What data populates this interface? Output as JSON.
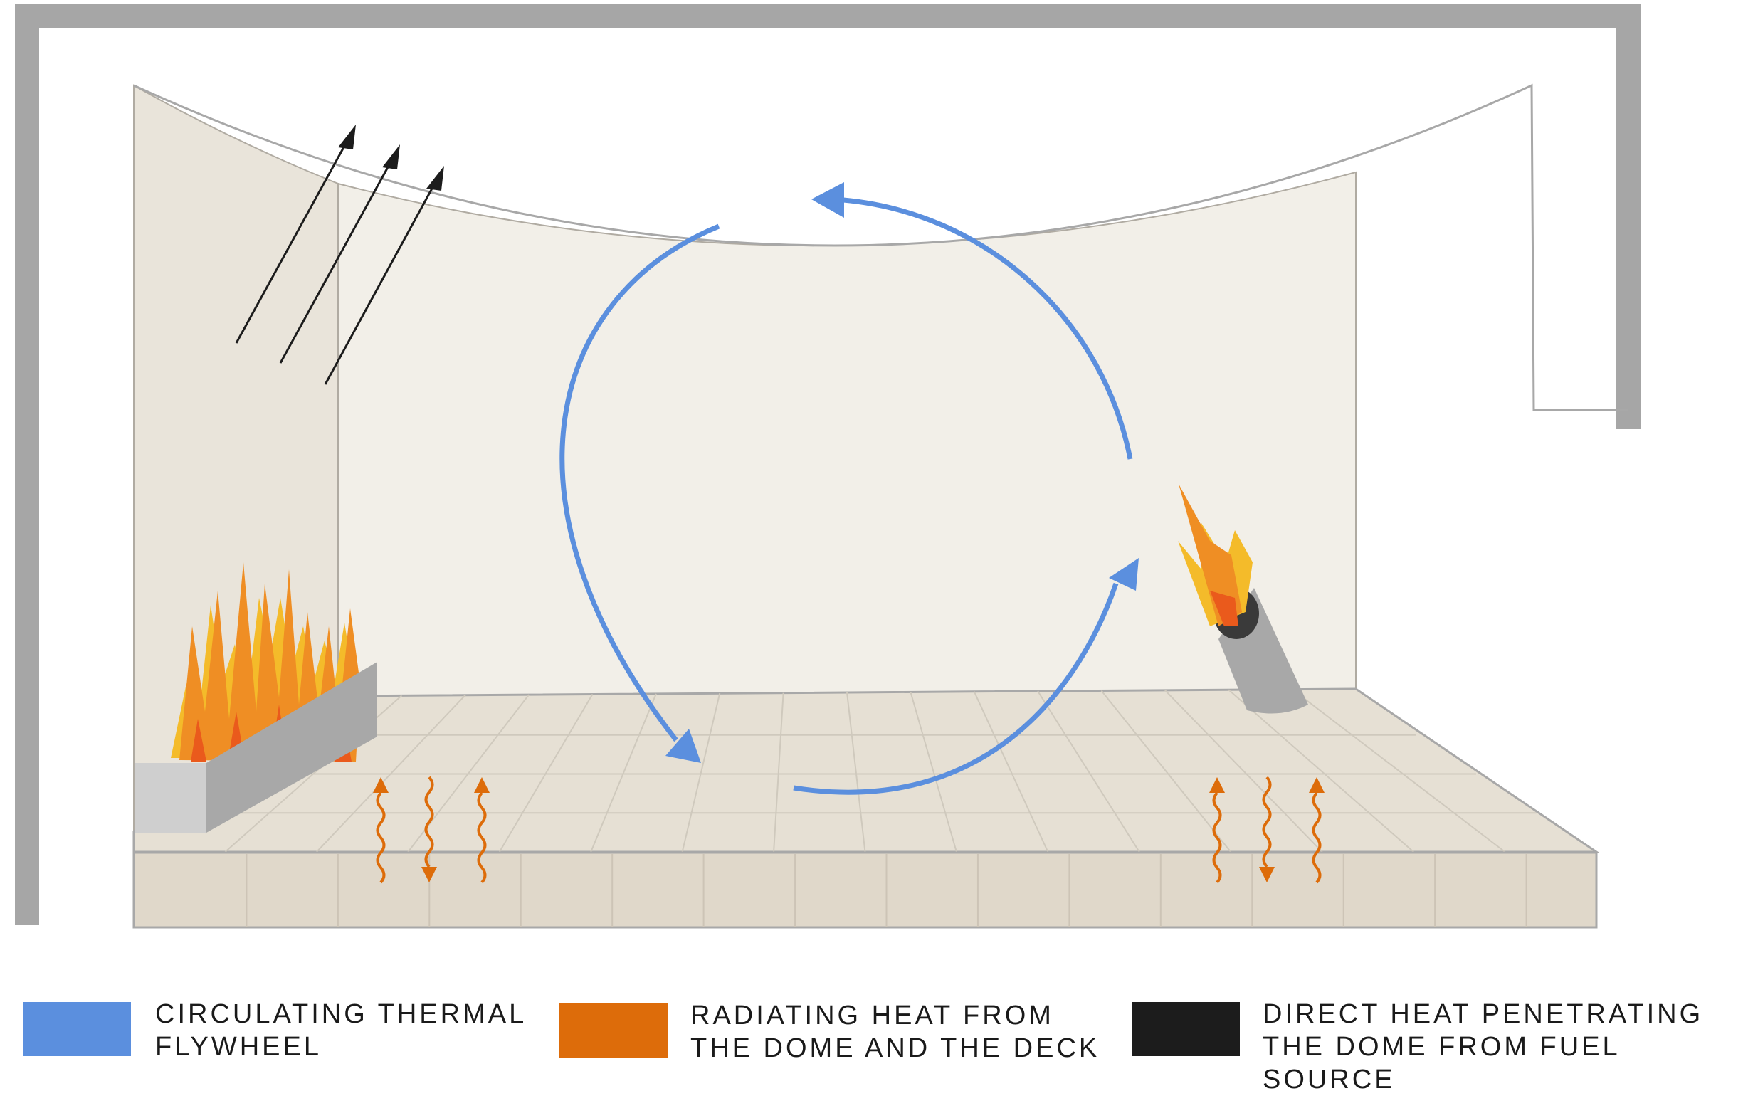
{
  "colors": {
    "flywheel": "#5b8fde",
    "radiating": "#dd6c0a",
    "direct": "#1c1c1c",
    "frame": "#a6a6a6",
    "wall_left": "#e9e4da",
    "wall_back": "#f2efe8",
    "deck_top": "#e6e0d4",
    "deck_front": "#e0d8ca",
    "burner": "#a8a8a8",
    "burner_front": "#cfcfcf",
    "flame_orange": "#ef8e24",
    "flame_yellow": "#f4bb2a",
    "flame_red": "#ea5a1c"
  },
  "icons": [
    "flame-icon",
    "burner-icon",
    "torch-icon",
    "thermal-arrow-icon",
    "wavy-heat-arrow-icon"
  ],
  "legend": [
    {
      "key": "flywheel",
      "label": "CIRCULATING THERMAL\nFLYWHEEL"
    },
    {
      "key": "radiating",
      "label": "RADIATING HEAT FROM\nTHE DOME AND THE DECK"
    },
    {
      "key": "direct",
      "label": "DIRECT HEAT PENETRATING\nTHE DOME FROM FUEL SOURCE"
    }
  ]
}
